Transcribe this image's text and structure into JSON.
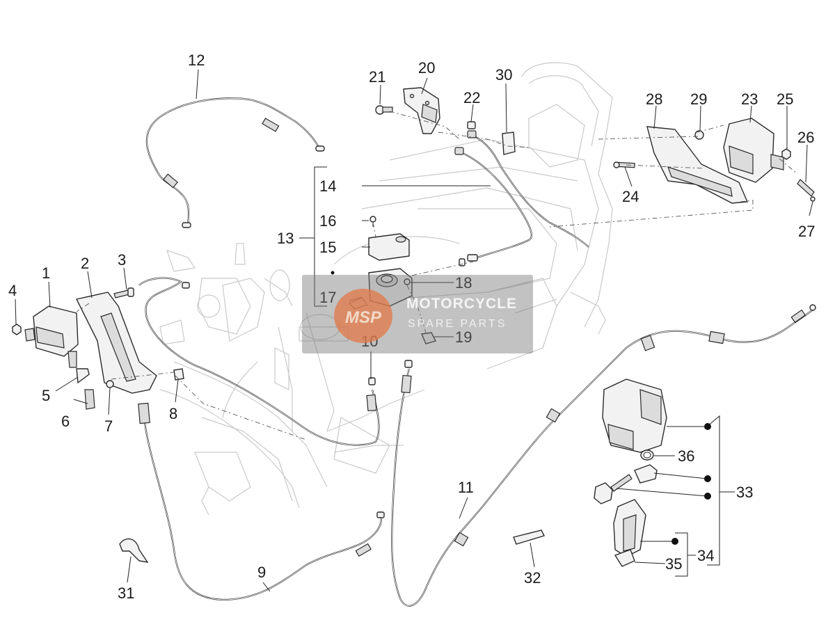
{
  "diagram": {
    "callouts": [
      "1",
      "2",
      "3",
      "4",
      "5",
      "6",
      "7",
      "8",
      "9",
      "10",
      "11",
      "12",
      "13",
      "14",
      "15",
      "16",
      "17",
      "18",
      "19",
      "20",
      "21",
      "22",
      "23",
      "24",
      "25",
      "26",
      "27",
      "28",
      "29",
      "30",
      "31",
      "32",
      "33",
      "34",
      "35",
      "36"
    ]
  },
  "watermark": {
    "logo_text": "MSP",
    "line1": "MOTORCYCLE",
    "line2": "SPARE PARTS"
  },
  "colors": {
    "watermark_bg": "#808080",
    "logo": "#e27846",
    "ghost_lines": "#c9c9c9",
    "ink": "#1a1a1a"
  }
}
